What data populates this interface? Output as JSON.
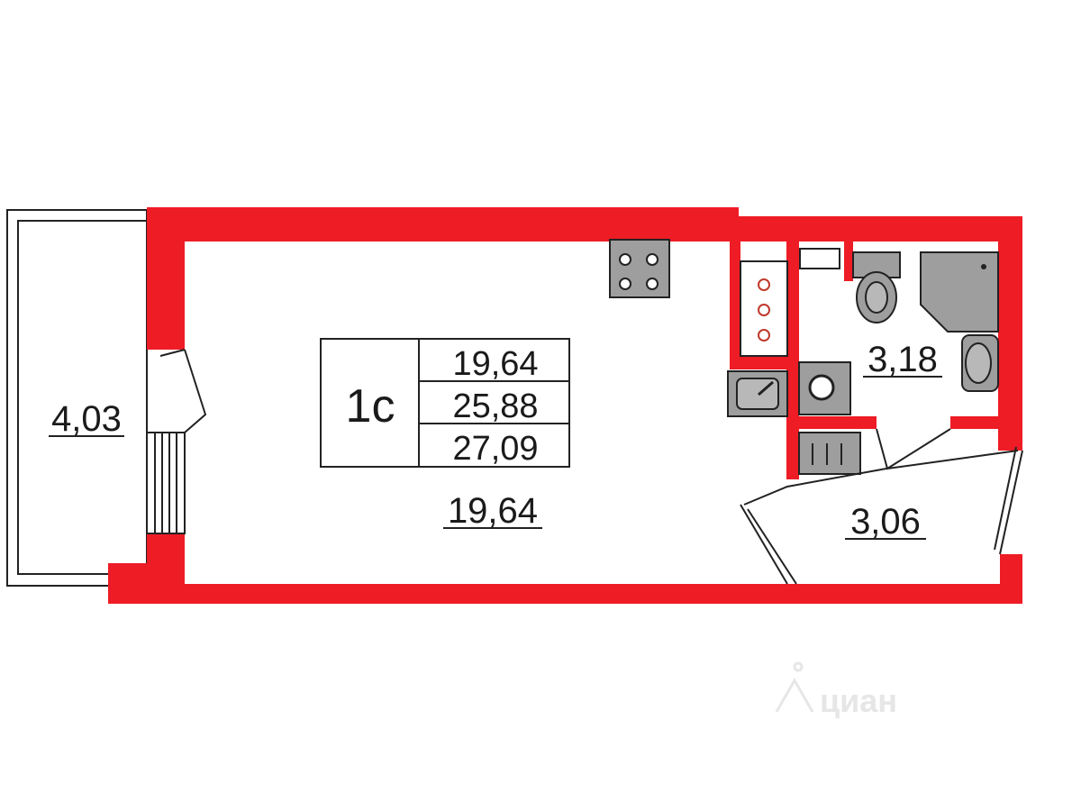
{
  "colors": {
    "wall": "#ee1c25",
    "fixture": "#9e9e9e",
    "fixture_dark": "#4a4a4a",
    "line": "#222222",
    "watermark": "#e6e6e6"
  },
  "apartment": {
    "type": "1с",
    "areas": {
      "living": "19,64",
      "total": "25,88",
      "total_with_balcony": "27,09"
    }
  },
  "rooms": {
    "main_room": "19,64",
    "balcony": "4,03",
    "bathroom": "3,18",
    "hallway": "3,06"
  },
  "fixtures": {
    "stove": "stove-icon",
    "sink": "sink-icon",
    "washer": "washing-machine-icon",
    "toilet": "toilet-icon",
    "shower": "shower-tray-icon",
    "washbasin": "washbasin-icon",
    "fridge": "fridge-icon",
    "cabinet": "cabinet-icon"
  },
  "watermark": {
    "text": "циан",
    "icon": "cian-logo-icon"
  }
}
